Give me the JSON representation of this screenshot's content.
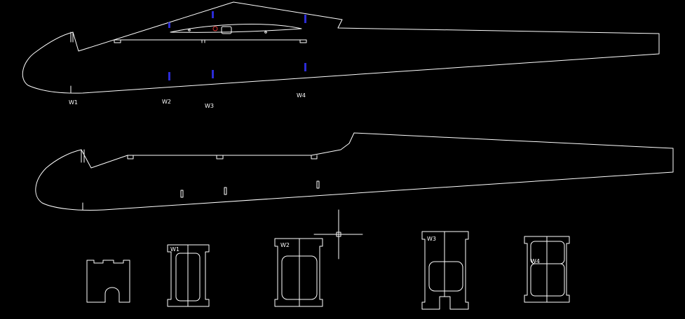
{
  "drawing": {
    "background": "#000000",
    "line_color": "#ffffff",
    "marker_color": "#2b2bd6",
    "hole_color": "#e03030",
    "side_view_labels": [
      "W1",
      "W2",
      "W3",
      "W4"
    ],
    "former_labels": [
      "W1",
      "W2",
      "W3",
      "W4"
    ]
  }
}
